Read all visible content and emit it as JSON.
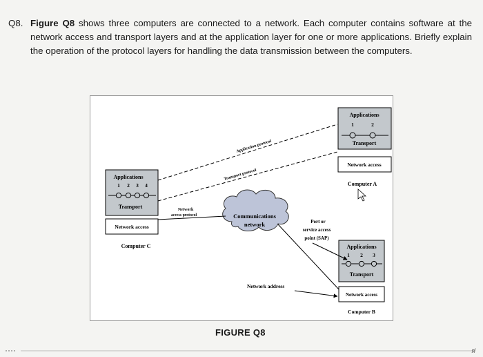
{
  "question": {
    "number": "Q8.",
    "figure_ref": "Figure Q8",
    "text": "shows three computers are connected to a network. Each computer contains software at the network access and transport layers and at the application layer for one or more applications. Briefly explain the operation of the protocol layers for handling the data transmission between the computers."
  },
  "figure": {
    "caption": "FIGURE Q8",
    "computer_a": {
      "applications": "Applications",
      "ports": [
        "1",
        "2"
      ],
      "transport": "Transport",
      "network_access": "Network access",
      "label": "Computer A"
    },
    "computer_b": {
      "applications": "Applications",
      "ports": [
        "1",
        "2",
        "3"
      ],
      "transport": "Transport",
      "network_access": "Network access",
      "label": "Computer B"
    },
    "computer_c": {
      "applications": "Applications",
      "ports": [
        "1",
        "2",
        "3",
        "4"
      ],
      "transport": "Transport",
      "network_access": "Network access",
      "label": "Computer C"
    },
    "network": {
      "line1": "Communications",
      "line2": "network"
    },
    "labels": {
      "application_protocol": "Application protocol",
      "transport_protocol": "Transport protocol",
      "network_access_protocol_1": "Network",
      "network_access_protocol_2": "access protocol",
      "sap_1": "Port or",
      "sap_2": "service access",
      "sap_3": "point (SAP)",
      "network_address": "Network address"
    }
  },
  "colors": {
    "cloud_fill": "#bdc4d8",
    "layer_fill": "#c3c8cc",
    "network_access_fill": "#ffffff"
  },
  "icons": {
    "corner_mark": "mirrored-r-glyph"
  }
}
